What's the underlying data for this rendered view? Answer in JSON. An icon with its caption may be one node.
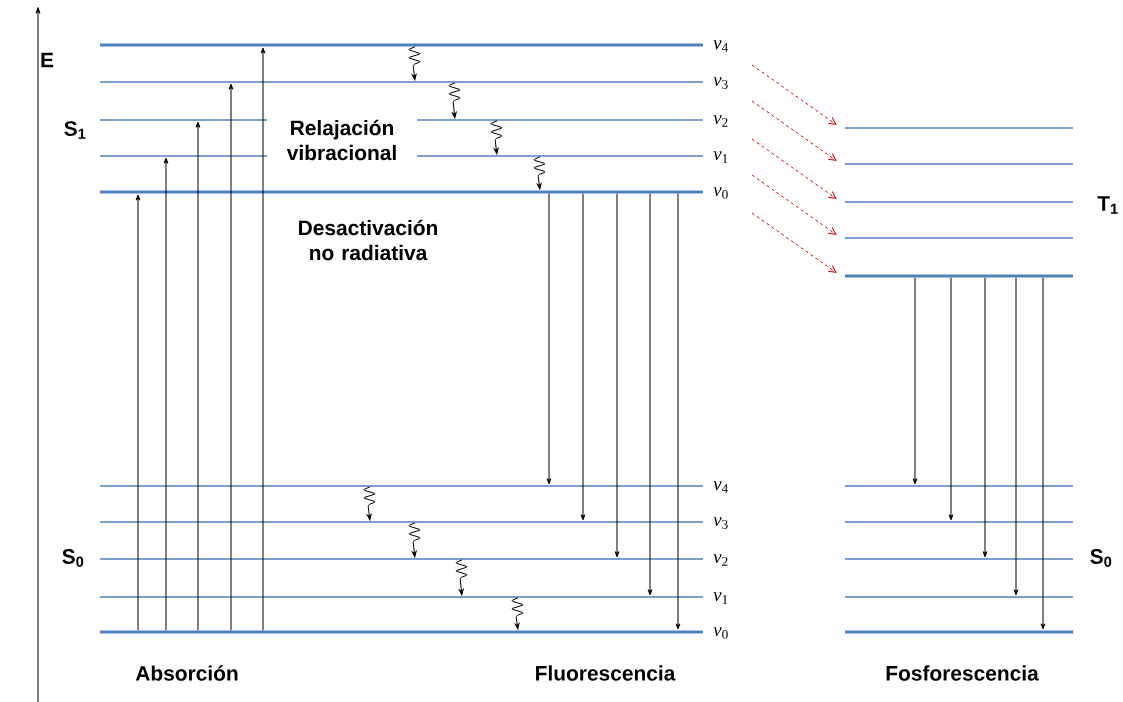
{
  "diagram": {
    "nodes": [
      {
        "text": [],
        "shape": "line",
        "beside": [
          "*v*$_{4}$"
        ]
      },
      {
        "text": [],
        "shape": "line",
        "beside": [
          "*v*$_{3}$"
        ]
      },
      {
        "text": [],
        "shape": "line",
        "beside": [
          "*v*$_{2}$"
        ]
      },
      {
        "text": [],
        "shape": "line",
        "beside": [
          "*v*$_{1}$"
        ]
      },
      {
        "text": [],
        "shape": "line",
        "beside": [
          "*v*$_{0}$"
        ]
      },
      {
        "text": [],
        "shape": "line",
        "beside": [
          "*v*$_{4}$"
        ]
      },
      {
        "text": [],
        "shape": "line",
        "beside": [
          "*v*$_{3}$"
        ]
      },
      {
        "text": [],
        "shape": "line",
        "beside": [
          "*v*$_{2}$"
        ]
      },
      {
        "text": [],
        "shape": "line",
        "beside": [
          "*v*$_{1}$"
        ]
      },
      {
        "text": [],
        "shape": "line",
        "beside": [
          "*v*$_{0}$"
        ]
      },
      {
        "text": [],
        "shape": "line"
      },
      {
        "text": [],
        "shape": "line"
      },
      {
        "text": [],
        "shape": "line"
      },
      {
        "text": [],
        "shape": "line"
      },
      {
        "text": [],
        "shape": "line"
      },
      {
        "text": [],
        "shape": "line"
      },
      {
        "text": [],
        "shape": "line"
      },
      {
        "text": [],
        "shape": "line"
      },
      {
        "text": [],
        "shape": "line"
      },
      {
        "text": [],
        "shape": "line"
      }
    ],
    "edges": [
      {
        "from": 9,
        "to": 4,
        "arrow": "to"
      },
      {
        "from": 9,
        "to": 3,
        "arrow": "to"
      },
      {
        "from": 9,
        "to": 2,
        "arrow": "to"
      },
      {
        "from": 9,
        "to": 1,
        "arrow": "to"
      },
      {
        "from": 9,
        "to": 0,
        "arrow": "to"
      },
      {
        "from": 0,
        "to": 1,
        "arrow": "to"
      },
      {
        "from": 1,
        "to": 2,
        "arrow": "to"
      },
      {
        "from": 2,
        "to": 3,
        "arrow": "to"
      },
      {
        "from": 3,
        "to": 4,
        "arrow": "to"
      },
      {
        "from": 4,
        "to": 5,
        "arrow": "to"
      },
      {
        "from": 4,
        "to": 6,
        "arrow": "to"
      },
      {
        "from": 4,
        "to": 7,
        "arrow": "to"
      },
      {
        "from": 4,
        "to": 8,
        "arrow": "to"
      },
      {
        "from": 4,
        "to": 9,
        "arrow": "to"
      },
      {
        "from": 5,
        "to": 6,
        "arrow": "to"
      },
      {
        "from": 6,
        "to": 7,
        "arrow": "to"
      },
      {
        "from": 7,
        "to": 8,
        "arrow": "to"
      },
      {
        "from": 8,
        "to": 9,
        "arrow": "to"
      },
      {
        "from": null,
        "to": 10,
        "arrow": "to",
        "style": "dashed",
        "color": "#e00000"
      },
      {
        "from": null,
        "to": 11,
        "arrow": "to",
        "style": "dashed",
        "color": "#e00000"
      },
      {
        "from": null,
        "to": 12,
        "arrow": "to",
        "style": "dashed",
        "color": "#e00000"
      },
      {
        "from": null,
        "to": 13,
        "arrow": "to",
        "style": "dashed",
        "color": "#e00000"
      },
      {
        "from": null,
        "to": 14,
        "arrow": "to",
        "style": "dashed",
        "color": "#e00000"
      },
      {
        "from": 14,
        "to": 15,
        "arrow": "to"
      },
      {
        "from": 14,
        "to": 16,
        "arrow": "to"
      },
      {
        "from": 14,
        "to": 17,
        "arrow": "to"
      },
      {
        "from": 14,
        "to": 18,
        "arrow": "to"
      },
      {
        "from": 14,
        "to": 19,
        "arrow": "to"
      }
    ],
    "labels": [
      "E",
      "S$_{1}$",
      "Relajación vibracional",
      "T$_{1}$",
      "Desactivación no radiativa",
      "S$_{0}$",
      "S$_{0}$",
      "Absorción",
      "Fluorescencia",
      "Fosforescencia"
    ]
  }
}
